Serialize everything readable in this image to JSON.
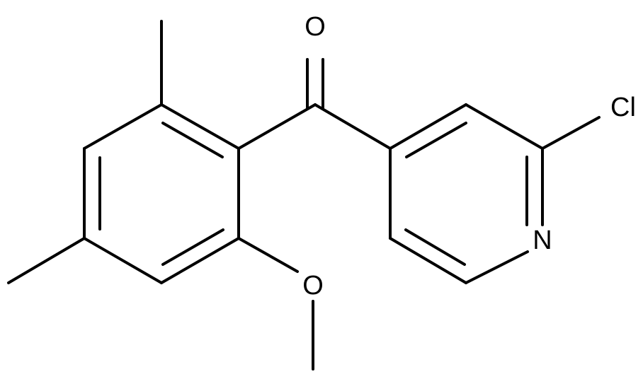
{
  "structure": {
    "atoms": {
      "oxygen_carbonyl": "O",
      "chlorine": "Cl",
      "nitrogen": "N",
      "oxygen_methoxy": "O"
    }
  },
  "colors": {
    "bond": "#000000",
    "label": "#000000",
    "background": "#ffffff"
  }
}
